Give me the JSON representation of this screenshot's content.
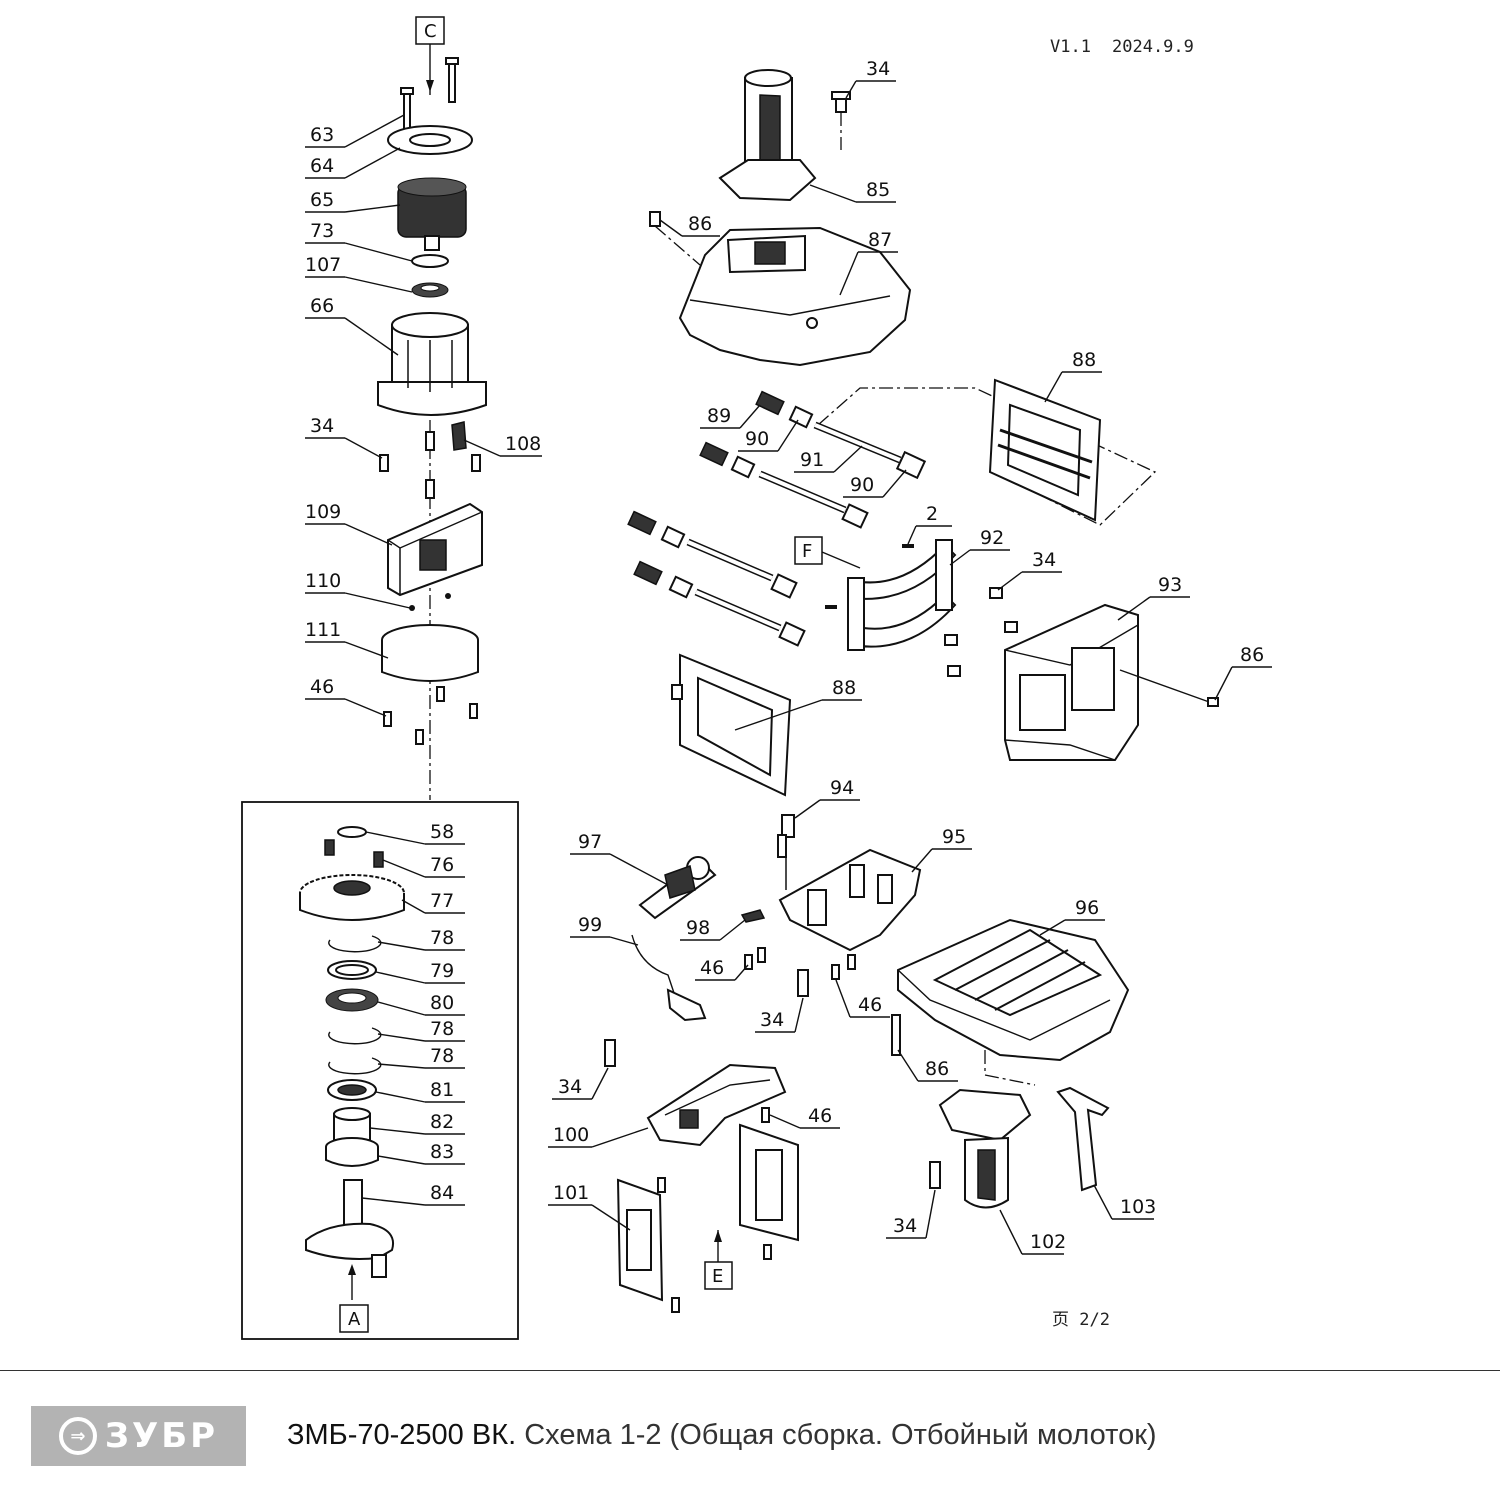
{
  "header": {
    "version": "V1.1",
    "date": "2024.9.9"
  },
  "page_label": "页 2/2",
  "callout_boxes": {
    "c": "C",
    "a": "A",
    "f": "F",
    "e": "E"
  },
  "labels": {
    "l63": "63",
    "l64": "64",
    "l65": "65",
    "l73": "73",
    "l107": "107",
    "l66": "66",
    "l34a": "34",
    "l108": "108",
    "l109": "109",
    "l110": "110",
    "l111": "111",
    "l46a": "46",
    "l58": "58",
    "l76": "76",
    "l77": "77",
    "l78a": "78",
    "l79": "79",
    "l80": "80",
    "l78b": "78",
    "l78c": "78",
    "l81": "81",
    "l82": "82",
    "l83": "83",
    "l84": "84",
    "l34b": "34",
    "l85": "85",
    "l86a": "86",
    "l87": "87",
    "l88a": "88",
    "l89": "89",
    "l90a": "90",
    "l91": "91",
    "l90b": "90",
    "l2": "2",
    "l92": "92",
    "l34c": "34",
    "l93": "93",
    "l86b": "86",
    "l88b": "88",
    "l94": "94",
    "l95": "95",
    "l97": "97",
    "l99": "99",
    "l98": "98",
    "l46b": "46",
    "l34d": "34",
    "l46c": "46",
    "l96": "96",
    "l86c": "86",
    "l34e": "34",
    "l100": "100",
    "l46d": "46",
    "l101": "101",
    "l34f": "34",
    "l102": "102",
    "l103": "103"
  },
  "footer": {
    "brand": "ЗУБР",
    "model": "ЗМБ-70-2500 ВК.",
    "description": "Схема 1-2 (Общая сборка. Отбойный молоток)"
  }
}
